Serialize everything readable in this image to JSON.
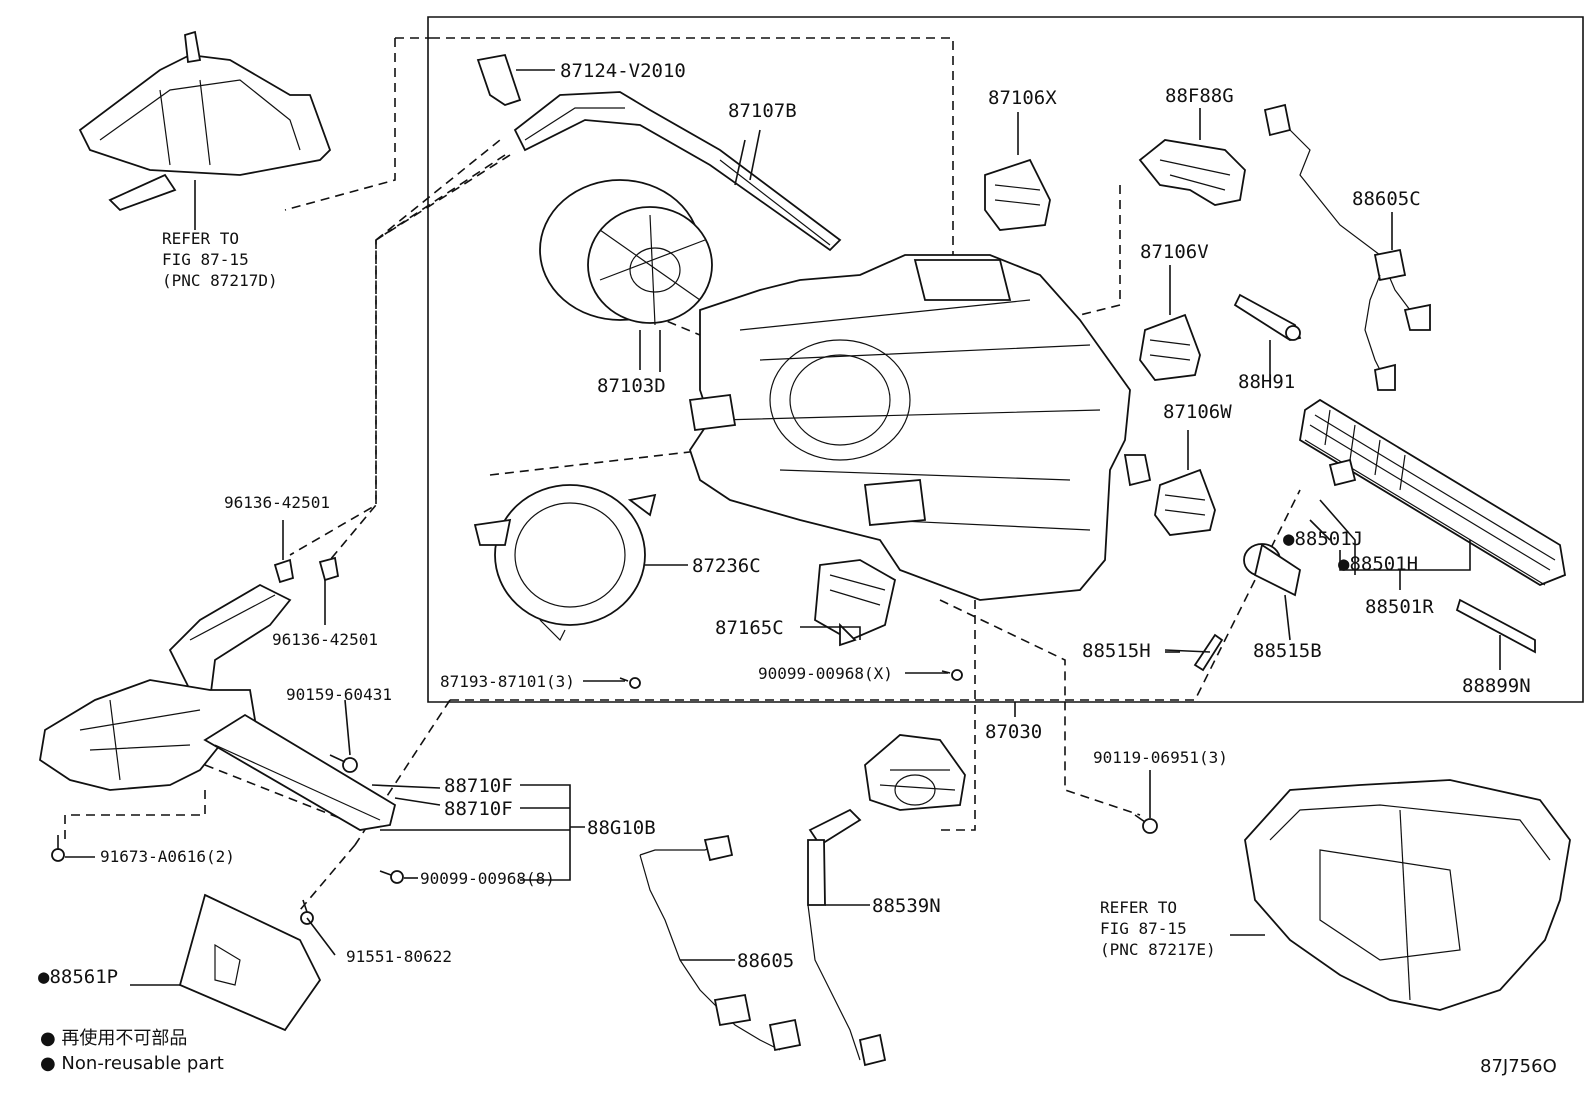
{
  "labels": {
    "p87124": "87124-V2010",
    "p87107b": "87107B",
    "p87106x": "87106X",
    "p88f88g": "88F88G",
    "p88605c": "88605C",
    "p87106v": "87106V",
    "p88h91": "88H91",
    "p87106w": "87106W",
    "p87103d": "87103D",
    "p88501j": "●88501J",
    "p88501h": "●88501H",
    "p88501r": "88501R",
    "p87236c": "87236C",
    "p87165c": "87165C",
    "p88515h": "88515H",
    "p88515b": "88515B",
    "p88899n": "88899N",
    "p87193": "87193-87101(3)",
    "p90099x": "90099-00968(X)",
    "p87030": "87030",
    "p90119": "90119-06951(3)",
    "p96136a": "96136-42501",
    "p96136b": "96136-42501",
    "p90159": "90159-60431",
    "p88710f1": "88710F",
    "p88710f2": "88710F",
    "p88g10b": "88G10B",
    "p90099_8": "90099-00968(8)",
    "p91673": "91673-A0616(2)",
    "p91551": "91551-80622",
    "p88561p": "●88561P",
    "p88605": "88605",
    "p88539n": "88539N"
  },
  "refs": {
    "top": [
      "REFER TO",
      "FIG 87-15",
      "(PNC 87217D)"
    ],
    "bottom": [
      "REFER TO",
      "FIG 87-15",
      "(PNC 87217E)"
    ]
  },
  "legend": {
    "jp": "● 再使用不可部品",
    "en": "● Non-reusable part"
  },
  "figure_code": "87J756O"
}
